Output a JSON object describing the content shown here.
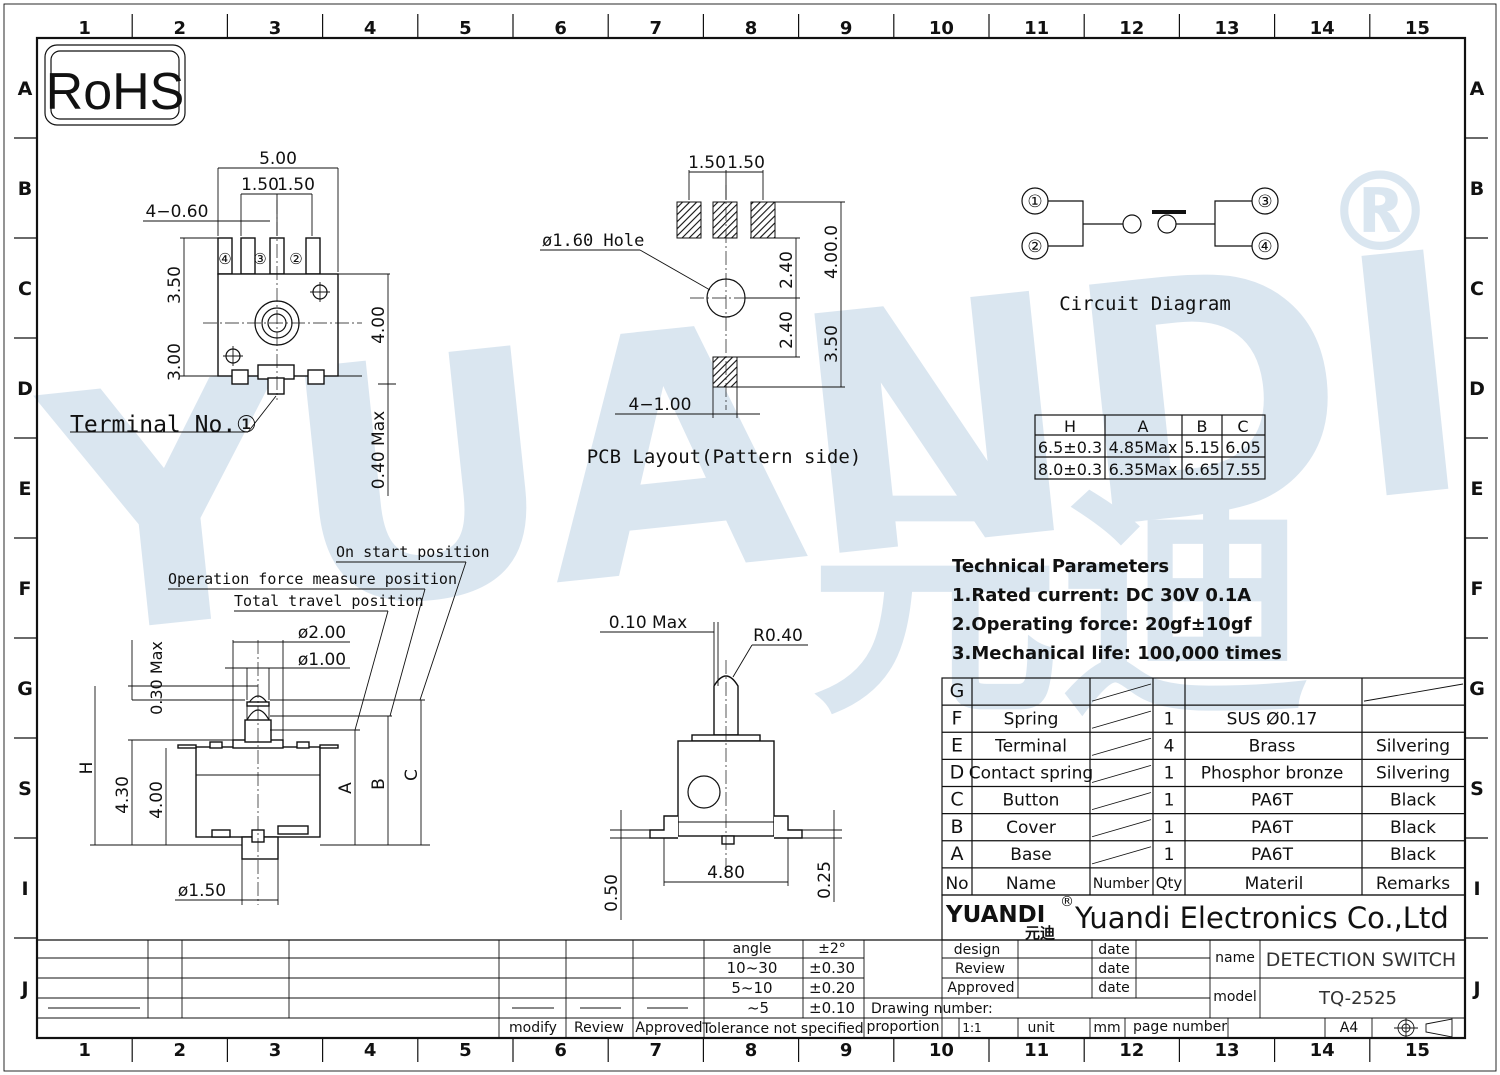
{
  "border": {
    "columns": [
      "1",
      "2",
      "3",
      "4",
      "5",
      "6",
      "7",
      "8",
      "9",
      "10",
      "11",
      "12",
      "13",
      "14",
      "15"
    ],
    "rows": [
      "A",
      "B",
      "C",
      "D",
      "E",
      "F",
      "G",
      "S",
      "I",
      "J"
    ]
  },
  "rohs": "RoHS",
  "watermark": {
    "latin": "YUANDI",
    "cjk": "元迪",
    "reg": "®"
  },
  "top_view": {
    "dim_width": "5.00",
    "dim_pitch_left": "1.50",
    "dim_pitch_right": "1.50",
    "dim_terminal_width": "4−0.60",
    "dim_upper": "3.50",
    "dim_lower": "3.00",
    "dim_body": "4.00",
    "dim_offset": "0.40 Max",
    "terminal_marks": [
      "④",
      "③",
      "②"
    ],
    "terminal_label": "Terminal No.①"
  },
  "pcb_layout": {
    "dim_pitch_left": "1.50",
    "dim_pitch_right": "1.50",
    "hole_label": "ø1.60 Hole",
    "dim_upper": "2.40",
    "dim_lower": "2.40",
    "dim_total": "4.00.0",
    "dim_bottom": "3.50",
    "dim_pad": "4−1.00",
    "caption": "PCB Layout(Pattern side)"
  },
  "circuit": {
    "nodes": [
      "①",
      "②",
      "③",
      "④"
    ],
    "caption": "Circuit Diagram"
  },
  "size_table": {
    "headers": [
      "H",
      "A",
      "B",
      "C"
    ],
    "rows": [
      [
        "6.5±0.3",
        "4.85Max",
        "5.15",
        "6.05"
      ],
      [
        "8.0±0.3",
        "6.35Max",
        "6.65",
        "7.55"
      ]
    ]
  },
  "side_view": {
    "on_start": "On start position",
    "operation_force": "Operation force measure position",
    "total_travel": "Total travel position",
    "dim_d2": "ø2.00",
    "dim_d1": "ø1.00",
    "dim_top": "0.30 Max",
    "dim_h": "H",
    "dim_430": "4.30",
    "dim_400": "4.00",
    "dim_a": "A",
    "dim_b": "B",
    "dim_c": "C",
    "dim_base": "ø1.50"
  },
  "front_view": {
    "dim_gap": "0.10 Max",
    "dim_radius": "R0.40",
    "dim_width": "4.80",
    "dim_050": "0.50",
    "dim_025": "0.25"
  },
  "tech_params": {
    "title": "Technical Parameters",
    "items": [
      "1.Rated current: DC 30V 0.1A",
      "2.Operating force: 20gf±10gf",
      "3.Mechanical life: 100,000 times"
    ]
  },
  "bom": {
    "rows": [
      {
        "no": "G",
        "name": "",
        "qty": "",
        "material": "",
        "remarks": ""
      },
      {
        "no": "F",
        "name": "Spring",
        "qty": "1",
        "material": "SUS Ø0.17",
        "remarks": ""
      },
      {
        "no": "E",
        "name": "Terminal",
        "qty": "4",
        "material": "Brass",
        "remarks": "Silvering"
      },
      {
        "no": "D",
        "name": "Contact spring",
        "qty": "1",
        "material": "Phosphor bronze",
        "remarks": "Silvering"
      },
      {
        "no": "C",
        "name": "Button",
        "qty": "1",
        "material": "PA6T",
        "remarks": "Black"
      },
      {
        "no": "B",
        "name": "Cover",
        "qty": "1",
        "material": "PA6T",
        "remarks": "Black"
      },
      {
        "no": "A",
        "name": "Base",
        "qty": "1",
        "material": "PA6T",
        "remarks": "Black"
      }
    ],
    "header": {
      "no": "No",
      "name": "Name",
      "number": "Number",
      "qty": "Qty",
      "material": "Materil",
      "remarks": "Remarks"
    }
  },
  "title_block": {
    "logo": "YUANDI",
    "logo_cjk": "元迪",
    "reg": "®",
    "company": "Yuandi Electronics Co.,Ltd",
    "tol_header": "angle",
    "tol_angle": "±2°",
    "tolerances": [
      {
        "range": "10~30",
        "value": "±0.30"
      },
      {
        "range": "5~10",
        "value": "±0.20"
      },
      {
        "range": "~5",
        "value": "±0.10"
      }
    ],
    "tol_caption": "Tolerance not specified",
    "sign_labels": [
      "modify",
      "Review",
      "Approved"
    ],
    "design": "design",
    "review": "Review",
    "approved": "Approved",
    "date": "date",
    "drawing_number": "Drawing number:",
    "proportion": "proportion",
    "scale": "1:1",
    "unit": "unit",
    "unit_value": "mm",
    "page_number": "page number",
    "name_label": "name",
    "name_value": "DETECTION SWITCH",
    "model_label": "model",
    "model_value": "TQ-2525",
    "size": "A4"
  }
}
